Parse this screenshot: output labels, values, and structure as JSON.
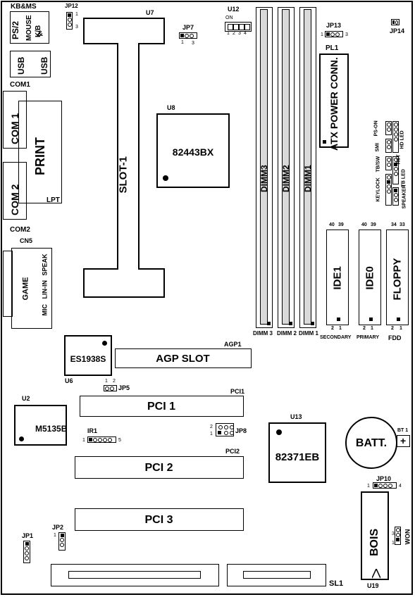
{
  "labels": {
    "kbms": "KB&MS",
    "ps2": "PS/2",
    "mouse_kb": "MOUSE",
    "kb": "K/B",
    "amp": "&",
    "usb_left": "USB",
    "usb_right": "USB",
    "com1_top": "COM1",
    "com1": "COM 1",
    "print": "PRINT",
    "com2": "COM 2",
    "lpt": "LPT",
    "com2_bottom": "COM2",
    "cn5": "CN5",
    "game": "GAME",
    "speak": "SPEAK",
    "lin_in": "LIN-IN",
    "mic": "MIC",
    "jp12": "JP12",
    "jp12_1": "1",
    "jp12_3": "3",
    "u7": "U7",
    "slot1": "SLOT-1",
    "jp7": "JP7",
    "jp7_1": "1",
    "jp7_3": "3",
    "u12": "U12",
    "u12_on": "ON",
    "u12_pins": [
      "1",
      "2",
      "3",
      "4"
    ],
    "u8": "U8",
    "chip_82443": "82443BX",
    "dimm3": "DIMM3",
    "dimm2": "DIMM2",
    "dimm1": "DIMM1",
    "dimm3_b": "DIMM 3",
    "dimm2_b": "DIMM 2",
    "dimm1_b": "DIMM 1",
    "jp13": "JP13",
    "jp13_1": "1",
    "jp13_3": "3",
    "pl1": "PL1",
    "atx": "ATX POWER CONN.",
    "jp14": "JP14",
    "ps_on": "PS-ON",
    "smi": "SMI",
    "hdled": "HD LED",
    "tbsw": "TB/SW",
    "rst": "RST",
    "tbled": "TB LED",
    "keylock": "KEYLOCK",
    "speaker": "SPEAKER",
    "ide1": "IDE1",
    "ide0": "IDE0",
    "floppy": "FLOPPY",
    "ide1_40": "40",
    "ide1_39": "39",
    "ide0_40": "40",
    "ide0_39": "39",
    "fdd_34": "34",
    "fdd_33": "33",
    "ide1_2": "2",
    "ide1_1": "1",
    "ide0_2": "2",
    "ide0_1": "1",
    "fdd_2": "2",
    "fdd_1": "1",
    "secondary": "SECONDARY",
    "primary": "PRIMARY",
    "fdd": "FDD",
    "es1938s": "ES1938S",
    "u6": "U6",
    "agp1": "AGP1",
    "agp_slot": "AGP SLOT",
    "jp5": "JP5",
    "jp5_1": "1",
    "jp5_2": "2",
    "u2": "U2",
    "m5135b": "M5135B",
    "ir1": "IR1",
    "ir1_1": "1",
    "ir1_5": "5",
    "pci1_lbl": "PCI1",
    "pci1": "PCI 1",
    "jp8": "JP8",
    "jp8_2": "2",
    "jp8_1": "1",
    "u13": "U13",
    "chip_82371": "82371EB",
    "bt1": "BT 1",
    "batt": "BATT.",
    "plus": "+",
    "pci2_lbl": "PCI2",
    "pci2": "PCI 2",
    "jp10": "JP10",
    "jp10_1": "1",
    "jp10_4": "4",
    "pci3": "PCI 3",
    "bois": "BOIS",
    "won": "WON",
    "won_3": "3",
    "won_1": "1",
    "jp1": "JP1",
    "jp2": "JP2",
    "jp2_1": "1",
    "sl1": "SL1",
    "u19": "U19"
  }
}
